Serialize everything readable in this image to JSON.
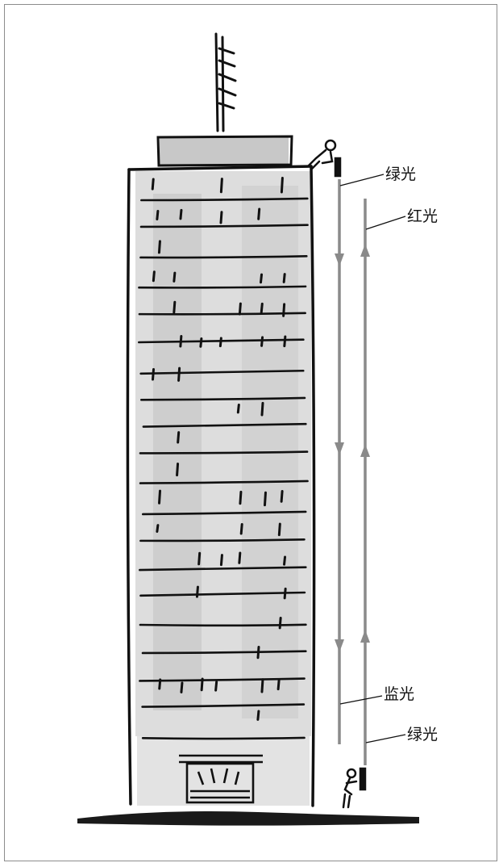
{
  "labels": {
    "green_top": "绿光",
    "red": "红光",
    "blue": "监光",
    "green_bottom": "绿光"
  },
  "colors": {
    "beam": "#8a8a8a",
    "ink": "#111111",
    "wash": "#cfcfcf"
  }
}
